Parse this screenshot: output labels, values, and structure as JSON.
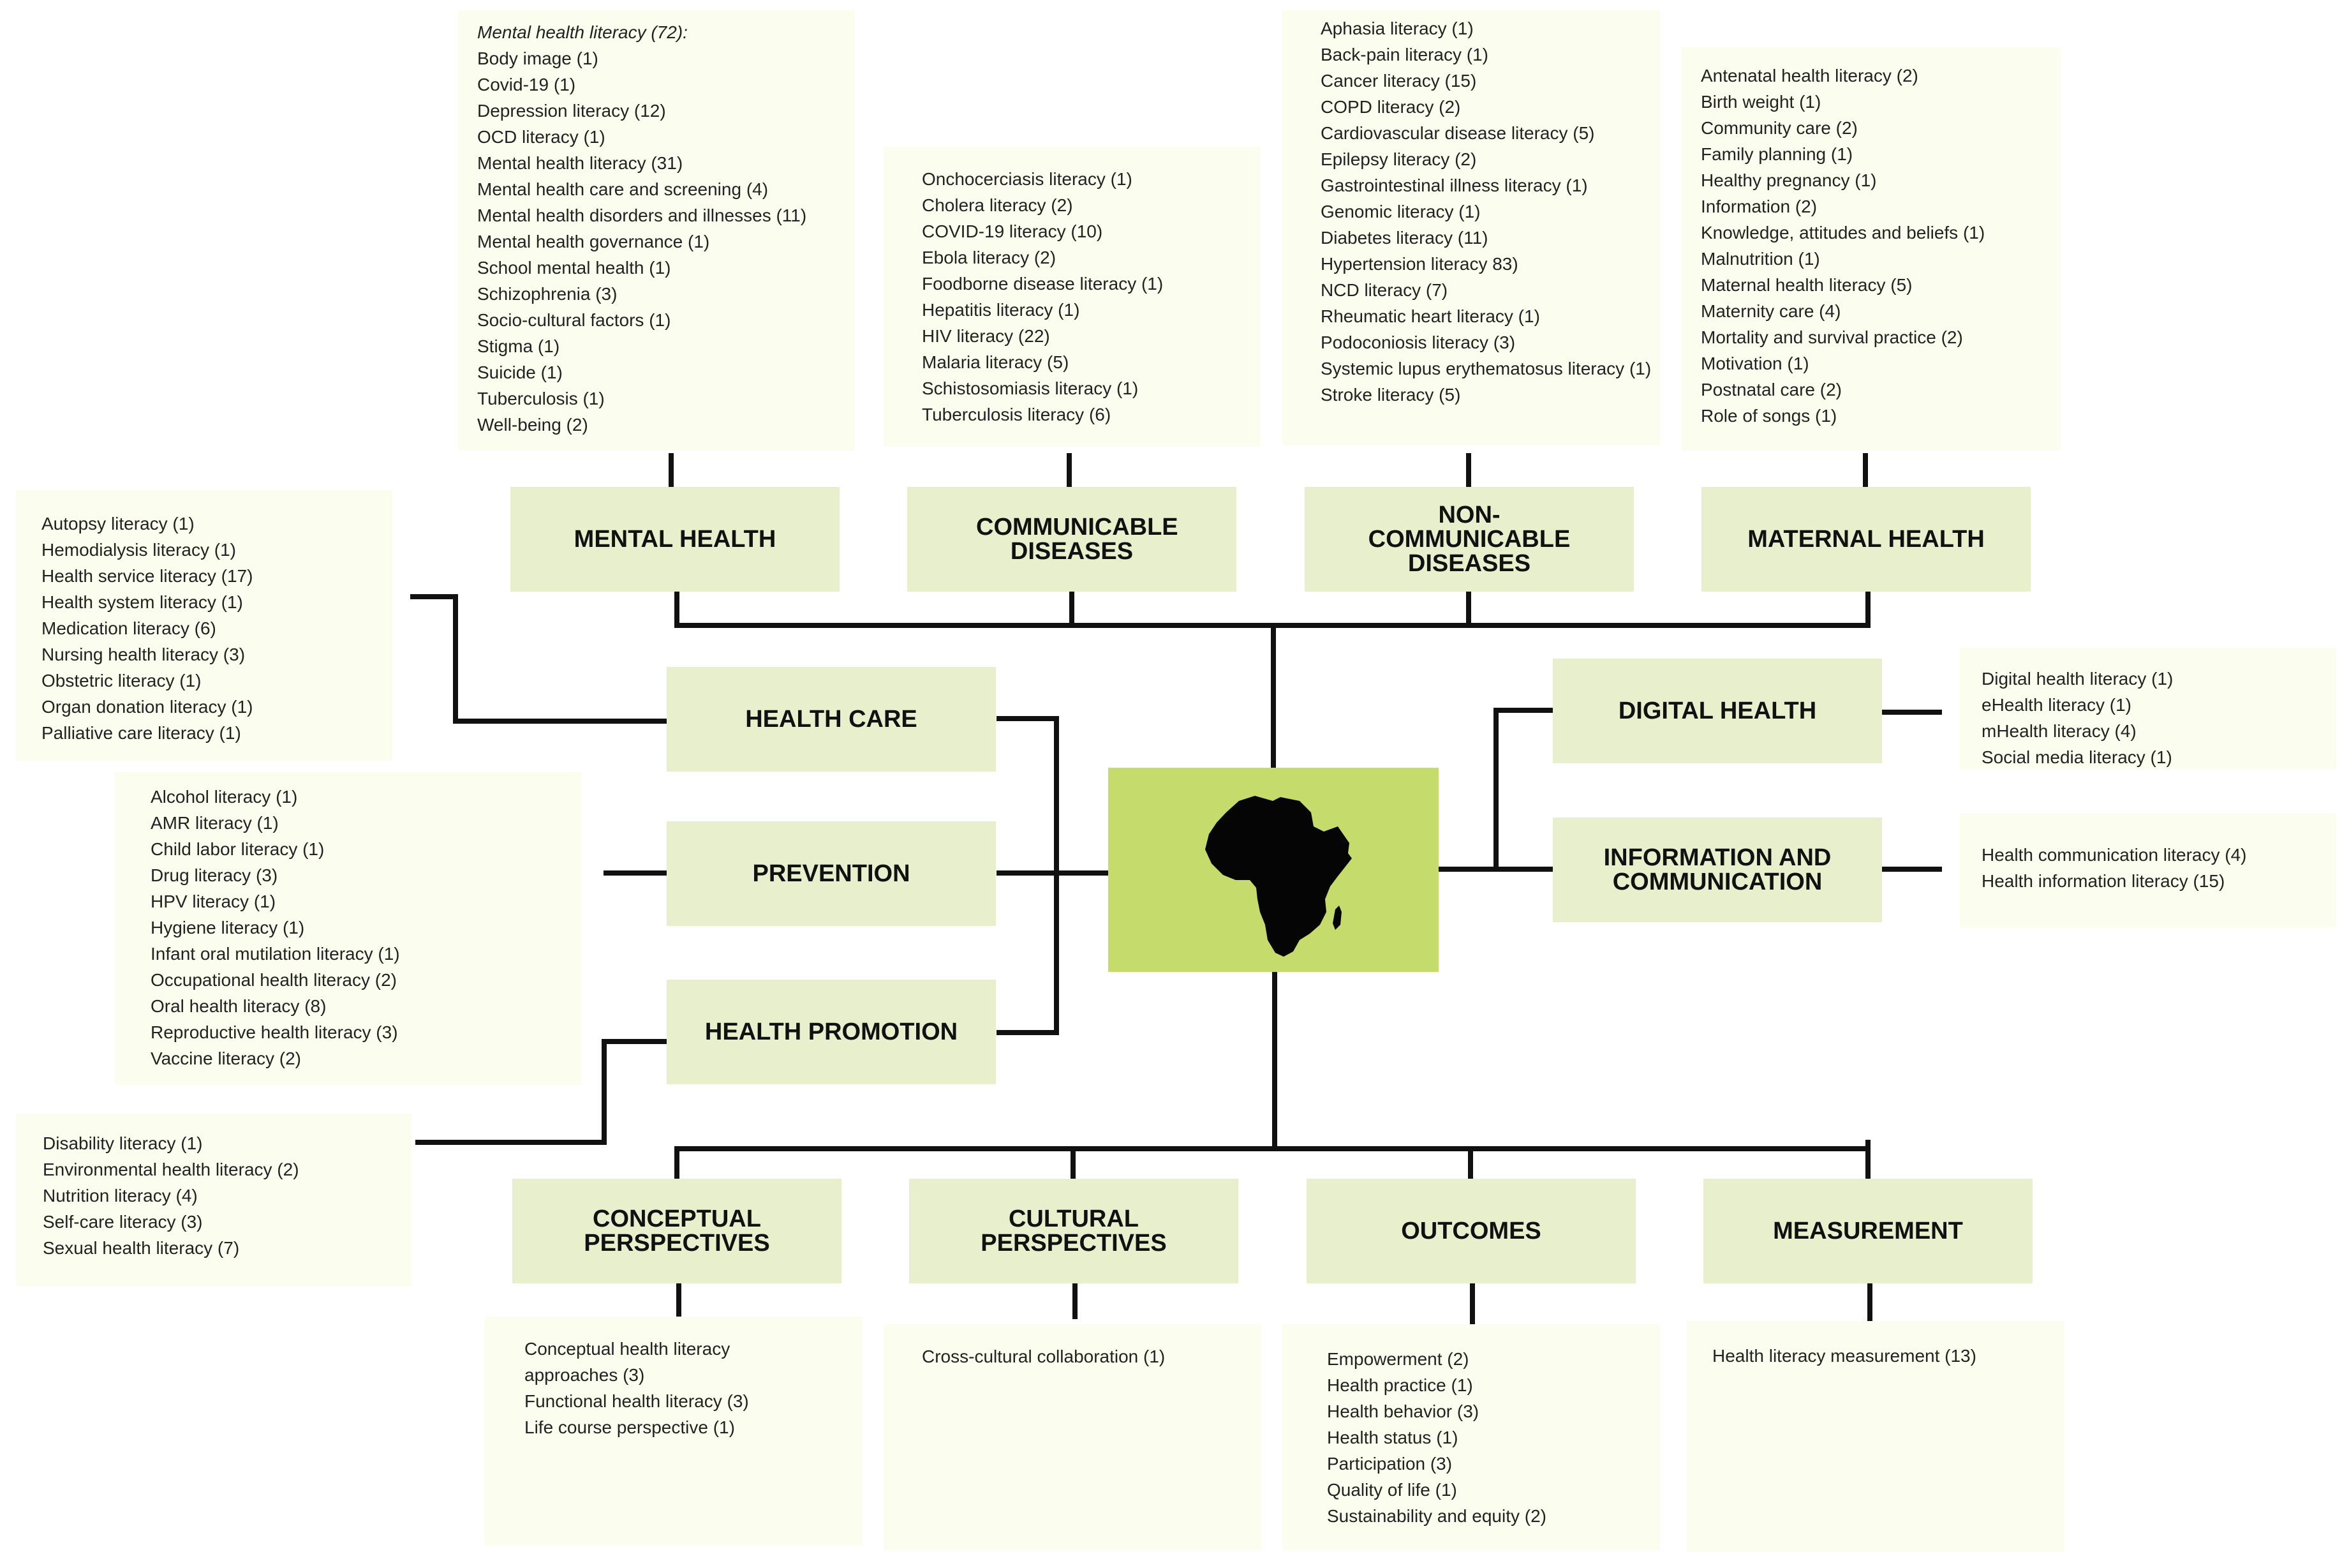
{
  "colors": {
    "list_bg": "#fbfdee",
    "category_bg": "#e7efcd",
    "center_bg": "#c5db6b",
    "line": "#111111"
  },
  "center": {
    "icon": "africa-map-icon"
  },
  "categories": {
    "mental_health": "MENTAL HEALTH",
    "communicable": "COMMUNICABLE DISEASES",
    "non_communicable": "NON-COMMUNICABLE DISEASES",
    "maternal": "MATERNAL HEALTH",
    "health_care": "HEALTH CARE",
    "prevention": "PREVENTION",
    "health_promotion": "HEALTH PROMOTION",
    "digital": "DIGITAL HEALTH",
    "information": "INFORMATION AND COMMUNICATION",
    "conceptual": "CONCEPTUAL PERSPECTIVES",
    "cultural": "CULTURAL PERSPECTIVES",
    "outcomes": "OUTCOMES",
    "measurement": "MEASUREMENT"
  },
  "lists": {
    "mental_health": {
      "title": "Mental health literacy (72):",
      "items": [
        "Body image (1)",
        "Covid-19 (1)",
        "Depression literacy (12)",
        "OCD literacy (1)",
        "Mental health literacy (31)",
        "Mental health care and screening (4)",
        "Mental health disorders and illnesses (11)",
        "Mental health governance (1)",
        "School mental health (1)",
        "Schizophrenia (3)",
        "Socio-cultural factors (1)",
        "Stigma (1)",
        "Suicide (1)",
        "Tuberculosis (1)",
        "Well-being (2)"
      ]
    },
    "communicable": {
      "items": [
        "Onchocerciasis literacy (1)",
        "Cholera literacy (2)",
        "COVID-19 literacy (10)",
        "Ebola literacy (2)",
        "Foodborne disease literacy (1)",
        "Hepatitis literacy (1)",
        "HIV literacy (22)",
        "Malaria literacy (5)",
        "Schistosomiasis literacy (1)",
        "Tuberculosis literacy (6)"
      ]
    },
    "non_communicable": {
      "items": [
        "Aphasia literacy (1)",
        "Back-pain literacy (1)",
        "Cancer literacy (15)",
        "COPD literacy (2)",
        "Cardiovascular disease literacy (5)",
        "Epilepsy literacy (2)",
        "Gastrointestinal illness literacy (1)",
        "Genomic literacy (1)",
        "Diabetes literacy (11)",
        "Hypertension literacy 83)",
        "NCD literacy (7)",
        "Rheumatic heart literacy (1)",
        "Podoconiosis literacy (3)",
        "Systemic lupus erythematosus literacy (1)",
        "Stroke literacy (5)"
      ]
    },
    "maternal": {
      "items": [
        "Antenatal health literacy (2)",
        "Birth weight (1)",
        "Community care (2)",
        "Family planning (1)",
        "Healthy pregnancy (1)",
        "Information (2)",
        "Knowledge, attitudes and beliefs (1)",
        "Malnutrition (1)",
        "Maternal health literacy (5)",
        "Maternity care (4)",
        "Mortality and survival practice (2)",
        "Motivation (1)",
        "Postnatal care (2)",
        "Role of songs (1)"
      ]
    },
    "health_care": {
      "items": [
        "Autopsy literacy (1)",
        "Hemodialysis literacy (1)",
        "Health service literacy (17)",
        "Health system literacy (1)",
        "Medication literacy (6)",
        "Nursing health literacy (3)",
        "Obstetric literacy (1)",
        "Organ donation literacy (1)",
        "Palliative care literacy (1)"
      ]
    },
    "prevention": {
      "items": [
        "Alcohol literacy (1)",
        "AMR literacy (1)",
        "Child labor literacy (1)",
        "Drug literacy (3)",
        "HPV literacy (1)",
        "Hygiene literacy (1)",
        "Infant oral mutilation literacy (1)",
        "Occupational health literacy (2)",
        "Oral health literacy (8)",
        "Reproductive health literacy (3)",
        "Vaccine literacy (2)"
      ]
    },
    "health_promotion": {
      "items": [
        "Disability literacy (1)",
        "Environmental health literacy (2)",
        "Nutrition literacy (4)",
        "Self-care literacy (3)",
        "Sexual health literacy (7)"
      ]
    },
    "digital": {
      "items": [
        "Digital health literacy (1)",
        "eHealth literacy (1)",
        "mHealth literacy (4)",
        "Social media literacy (1)"
      ]
    },
    "information": {
      "items": [
        "Health communication literacy (4)",
        "Health information literacy (15)"
      ]
    },
    "conceptual": {
      "items": [
        "Conceptual health literacy approaches (3)",
        "Functional health literacy (3)",
        "Life course perspective (1)"
      ]
    },
    "cultural": {
      "items": [
        "Cross-cultural collaboration (1)"
      ]
    },
    "outcomes": {
      "items": [
        "Empowerment (2)",
        "Health practice (1)",
        "Health behavior (3)",
        "Health status (1)",
        "Participation (3)",
        "Quality of life (1)",
        "Sustainability and equity (2)"
      ]
    },
    "measurement": {
      "items": [
        "Health literacy measurement (13)"
      ]
    }
  }
}
